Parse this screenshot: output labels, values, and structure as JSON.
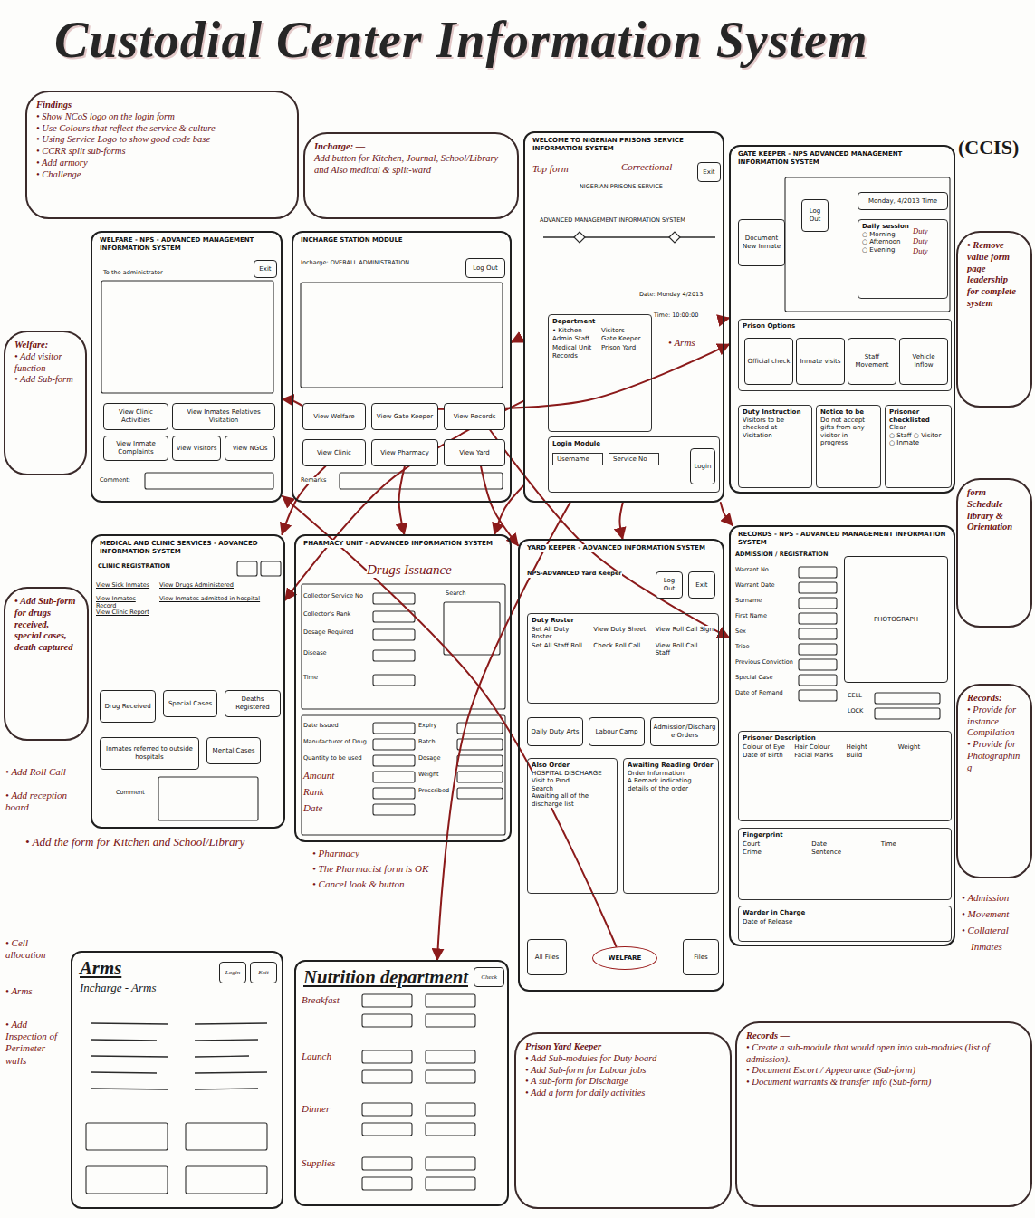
{
  "diagram": {
    "title": "Custodial Center Information System",
    "nodes": [
      {
        "text": [
          "Findings",
          "• Show NCoS logo on the login form",
          "• Use Colours that reflect the service & culture",
          "• Using Service Logo to show good code base",
          "• CCRR split sub-forms",
          "• Add armory",
          "• Challenge"
        ]
      },
      {
        "text": [
          "Incharge: —",
          "Add button for Kitchen, Journal, School/Library and Also medical & split-ward"
        ]
      },
      {
        "text": [
          "WELCOME TO NIGERIAN PRISONS SERVICE INFORMATION SYSTEM"
        ]
      },
      {
        "text": [
          "Exit"
        ],
        "in": 2
      },
      {
        "text": [
          "Department",
          "• Kitchen",
          "Visitors",
          "Admin Staff",
          "Gate Keeper",
          "Medical Unit",
          "Prison Yard",
          "Records"
        ],
        "in": 2
      },
      {
        "text": [
          "Login Module",
          "Username",
          "Service No"
        ],
        "in": 2
      },
      {
        "text": [
          "Login"
        ],
        "in": 5
      },
      {
        "text": [
          "GATE KEEPER - NPS ADVANCED MANAGEMENT INFORMATION SYSTEM"
        ]
      },
      {
        "text": [
          "Document New Inmate"
        ],
        "in": 7
      },
      {
        "text": [
          "Log Out"
        ],
        "in": 7
      },
      {
        "text": [
          "Monday, 4/2013 Time"
        ],
        "in": 7
      },
      {
        "text": [
          "Daily session",
          "○ Morning",
          "○ Afternoon",
          "○ Evening"
        ],
        "in": 7
      },
      {
        "text": [
          "Prison Options"
        ],
        "in": 7
      },
      {
        "text": [
          "Official check"
        ],
        "in": 12
      },
      {
        "text": [
          "Inmate visits"
        ],
        "in": 12
      },
      {
        "text": [
          "Staff Movement"
        ],
        "in": 12
      },
      {
        "text": [
          "Vehicle Inflow"
        ],
        "in": 12
      },
      {
        "text": [
          "Duty Instruction",
          "Visitors to be checked at Visitation"
        ],
        "in": 7
      },
      {
        "text": [
          "Notice to be",
          "Do not accept gifts from any visitor in progress"
        ],
        "in": 7
      },
      {
        "text": [
          "Prisoner checklisted",
          "Clear",
          "○ Staff ○ Visitor ○ Inmate"
        ],
        "in": 7
      },
      {
        "text": [
          "Welfare:",
          "• Add visitor function",
          "• Add Sub-form"
        ]
      },
      {
        "text": [
          "WELFARE - NPS - ADVANCED MANAGEMENT INFORMATION SYSTEM"
        ]
      },
      {
        "text": [
          "Exit"
        ],
        "in": 21
      },
      {
        "text": [
          "View Clinic Activities"
        ],
        "in": 21
      },
      {
        "text": [
          "View Inmates Relatives Visitation"
        ],
        "in": 21
      },
      {
        "text": [
          "View Inmate Complaints"
        ],
        "in": 21
      },
      {
        "text": [
          "View Visitors"
        ],
        "in": 21
      },
      {
        "text": [
          "View NGOs"
        ],
        "in": 21
      },
      {
        "text": [
          "INCHARGE STATION MODULE"
        ]
      },
      {
        "text": [
          "Log Out"
        ],
        "in": 28
      },
      {
        "text": [
          "View Welfare"
        ],
        "in": 28
      },
      {
        "text": [
          "View Gate Keeper"
        ],
        "in": 28
      },
      {
        "text": [
          "View Records"
        ],
        "in": 28
      },
      {
        "text": [
          "View Clinic"
        ],
        "in": 28
      },
      {
        "text": [
          "View Pharmacy"
        ],
        "in": 28
      },
      {
        "text": [
          "View Yard"
        ],
        "in": 28
      },
      {
        "text": [
          "• Remove value form page leadership for complete system"
        ]
      },
      {
        "text": [
          "• Add Sub-form for drugs received, special cases, death captured"
        ]
      },
      {
        "text": [
          "MEDICAL AND CLINIC SERVICES - ADVANCED INFORMATION SYSTEM"
        ]
      },
      {
        "text": [
          "Drug Received"
        ],
        "in": 38
      },
      {
        "text": [
          "Special Cases"
        ],
        "in": 38
      },
      {
        "text": [
          "Deaths Registered"
        ],
        "in": 38
      },
      {
        "text": [
          "Inmates referred to outside hospitals"
        ],
        "in": 38
      },
      {
        "text": [
          "Mental Cases"
        ],
        "in": 38
      },
      {
        "text": [
          "PHARMACY UNIT - ADVANCED INFORMATION SYSTEM"
        ]
      },
      {
        "text": [
          "form Schedule library & Orientation"
        ]
      },
      {
        "text": [
          "YARD KEEPER - ADVANCED INFORMATION SYSTEM"
        ]
      },
      {
        "text": [
          "Log Out"
        ],
        "in": 46
      },
      {
        "text": [
          "Exit"
        ],
        "in": 46
      },
      {
        "text": [
          "Duty Roster",
          "Set All Duty Roster",
          "View Duty Sheet",
          "View Roll Call Sign",
          "Set All Staff Roll",
          "Check Roll Call",
          "View Roll Call Staff"
        ],
        "in": 46
      },
      {
        "text": [
          "Daily Duty Arts"
        ],
        "in": 46
      },
      {
        "text": [
          "Labour Camp"
        ],
        "in": 46
      },
      {
        "text": [
          "Admission/Discharge Orders"
        ],
        "in": 46
      },
      {
        "text": [
          "Also Order",
          "HOSPITAL DISCHARGE",
          "Visit to Prod",
          "Search",
          "Awaiting all of the discharge list"
        ],
        "in": 46
      },
      {
        "text": [
          "Awaiting Reading Order",
          "Order Information",
          "A Remark indicating details of the order"
        ],
        "in": 46
      },
      {
        "text": [
          "All Files"
        ],
        "in": 46
      },
      {
        "text": [
          "WELFARE"
        ],
        "in": 46
      },
      {
        "text": [
          "Files"
        ],
        "in": 46
      },
      {
        "text": [
          "RECORDS - NPS - ADVANCED MANAGEMENT INFORMATION SYSTEM"
        ]
      },
      {
        "text": [
          "PHOTOGRAPH"
        ],
        "in": 58
      },
      {
        "text": [
          "Prisoner Description",
          "Colour of Eye",
          "Hair Colour",
          "Height",
          "Weight",
          "Date of Birth",
          "Facial Marks",
          "Build"
        ],
        "in": 58
      },
      {
        "text": [
          "Fingerprint",
          "Court",
          "Date",
          "Time",
          "Crime",
          "Sentence"
        ],
        "in": 58
      },
      {
        "text": [
          "Warder in Charge",
          "Date of Release"
        ],
        "in": 58
      },
      {
        "text": [
          "Records:",
          "• Provide for instance Compilation",
          "• Provide for Photographing"
        ]
      },
      {
        "text": [
          "Arms",
          "Incharge - Arms"
        ]
      },
      {
        "text": [
          "Login"
        ],
        "in": 64
      },
      {
        "text": [
          "Exit"
        ],
        "in": 64
      },
      {
        "text": [
          "Nutrition department"
        ]
      },
      {
        "text": [
          "Check"
        ],
        "in": 67
      },
      {
        "text": [
          "Prison Yard Keeper",
          "• Add Sub-modules for Duty board",
          "• Add Sub-form for Labour jobs",
          "• A sub-form for Discharge",
          "• Add a form for daily activities"
        ]
      },
      {
        "text": [
          "Records —",
          "• Create a sub-module that would open into sub-modules (list of admission).",
          "• Document Escort / Appearance (Sub-form)",
          "• Document warrants & transfer info (Sub-form)"
        ]
      }
    ],
    "edges": [
      {
        "from": 2,
        "to": 28,
        "arrow": "to"
      },
      {
        "from": 2,
        "to": 7,
        "arrow": "to"
      },
      {
        "from": 2,
        "to": 58,
        "arrow": "to"
      },
      {
        "from": 2,
        "to": 46,
        "arrow": "to"
      },
      {
        "from": 2,
        "to": 38,
        "arrow": "to"
      },
      {
        "from": 2,
        "to": 44,
        "arrow": "to"
      },
      {
        "from": 2,
        "to": 67,
        "arrow": "to"
      },
      {
        "from": 30,
        "to": 21,
        "arrow": "to"
      },
      {
        "from": 31,
        "to": 7,
        "arrow": "to"
      },
      {
        "from": 32,
        "to": 58,
        "arrow": "to"
      },
      {
        "from": 33,
        "to": 38,
        "arrow": "to"
      },
      {
        "from": 34,
        "to": 44,
        "arrow": "to"
      },
      {
        "from": 35,
        "to": 46,
        "arrow": "to"
      },
      {
        "from": 56,
        "to": 21,
        "arrow": "to"
      }
    ],
    "labels": [
      "(CCIS)",
      "Top form",
      "Correctional",
      "NIGERIAN PRISONS SERVICE",
      "ADVANCED MANAGEMENT INFORMATION SYSTEM",
      "Date: Monday 4/2013",
      "Time: 10:00:00",
      "• Arms",
      "Duty",
      "Duty",
      "Duty",
      "To the administrator",
      "Comment:",
      "Incharge: OVERALL ADMINISTRATION",
      "Remarks",
      "CLINIC REGISTRATION",
      "View Sick Inmates",
      "View Drugs Administered",
      "View Inmates Record",
      "View Inmates admitted in hospital",
      "View Clinic Report",
      "Comment",
      "Drugs Issuance",
      "Collector Service No",
      "Collector's Rank",
      "Dosage Required",
      "Disease",
      "Time",
      "Search",
      "Date Issued",
      "Manufacturer of Drug",
      "Quantity to be used",
      "Amount",
      "Rank",
      "Date",
      "Expiry",
      "Batch",
      "Dosage",
      "Weight",
      "Prescribed",
      "• Pharmacy",
      "• The Pharmacist form is OK",
      "• Cancel look & button",
      "NPS-ADVANCED Yard Keeper",
      "ADMISSION / REGISTRATION",
      "Warrant No",
      "Warrant Date",
      "Surname",
      "First Name",
      "Sex",
      "Tribe",
      "Previous Conviction",
      "Special Case",
      "Date of Remand",
      "CELL",
      "LOCK",
      "• Admission",
      "• Movement",
      "• Collateral",
      "Inmates",
      "• Add Roll Call",
      "• Add reception board",
      "• Add the form for Kitchen and School/Library",
      "• Cell allocation",
      "• Arms",
      "• Add Inspection of Perimeter walls",
      "Breakfast",
      "Launch",
      "Dinner",
      "Supplies"
    ]
  }
}
